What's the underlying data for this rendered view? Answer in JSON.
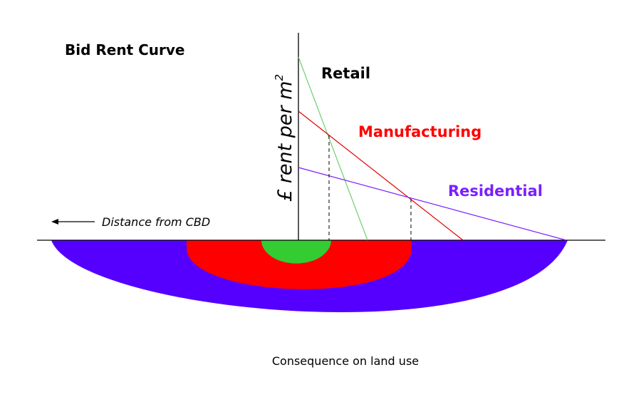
{
  "title": "Bid Rent Curve",
  "y_axis_label": "£ rent per m",
  "y_axis_superscript": "2",
  "distance_label": "Distance from CBD",
  "footer_caption": "Consequence on land use",
  "series": [
    {
      "id": "retail",
      "label": "Retail",
      "label_color": "#000000",
      "line_color": "#6fcf6f"
    },
    {
      "id": "manufacturing",
      "label": "Manufacturing",
      "label_color": "#ff0000",
      "line_color": "#e00000"
    },
    {
      "id": "residential",
      "label": "Residential",
      "label_color": "#7a1fff",
      "line_color": "#7a1fff"
    }
  ],
  "zones": [
    {
      "id": "residential-zone",
      "color": "#5500ff"
    },
    {
      "id": "manufacturing-zone",
      "color": "#ff0000"
    },
    {
      "id": "retail-zone",
      "color": "#33cc33"
    }
  ]
}
